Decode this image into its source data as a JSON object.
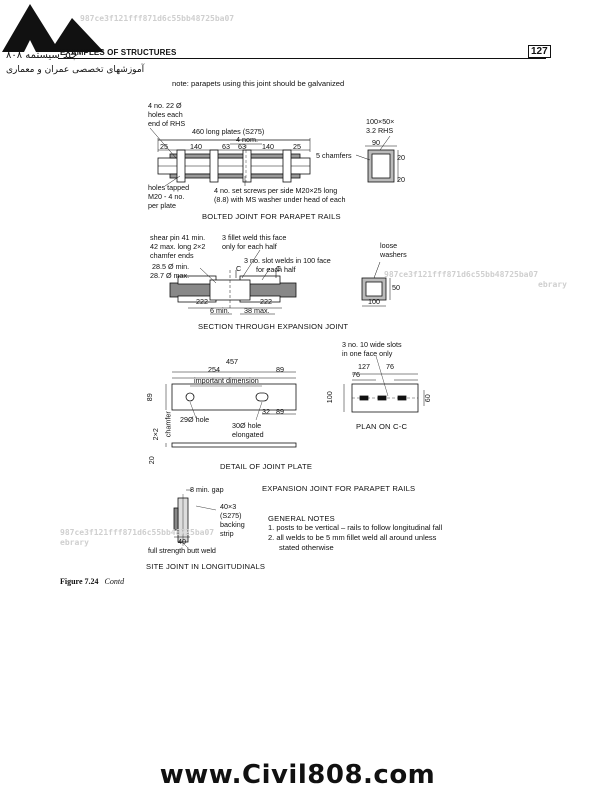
{
  "header": {
    "section": "EXAMPLES OF STRUCTURES",
    "page_number": "127",
    "logo_line1": "چند سیستمه ۸۰۸",
    "logo_line2": "آموزشهای تخصصی عمران و معماری",
    "watermark": "987ce3f121fff871d6c55bb48725ba07",
    "watermark_suffix": "ebrary",
    "watermark_prefix": "9"
  },
  "note": "note: parapets using this joint should be galvanized",
  "bolted": {
    "holes_label_1": "4 no. 22 Ø",
    "holes_label_2": "holes each",
    "holes_label_3": "end of RHS",
    "plates": "460 long plates (S275)",
    "dim_4nom": "4 nom.",
    "d1": "25",
    "d2": "140",
    "d3": "63",
    "d4": "63",
    "d5": "140",
    "d6": "25",
    "tapped_1": "holes tapped",
    "tapped_2": "M20 - 4 no.",
    "tapped_3": "per plate",
    "screws_1": "4 no. set screws per side M20×25 long",
    "screws_2": "(8.8) with MS washer under head of each",
    "rhs_1": "100×50×",
    "rhs_2": "3.2 RHS",
    "chamfers": "5 chamfers",
    "d90": "90",
    "d20a": "20",
    "d20b": "20",
    "title": "BOLTED JOINT FOR PARAPET RAILS"
  },
  "expansion": {
    "shear_1": "shear pin 41 min.",
    "shear_2": "42 max. long 2×2",
    "shear_3": "chamfer ends",
    "min_d": "28.5 Ø min.",
    "max_d": "28.7 Ø max.",
    "fillet_1": "3 fillet weld this face",
    "fillet_2": "only for each half",
    "slot_1": "3 no. slot welds in 100 face",
    "slot_2": "for each half",
    "c1": "C",
    "c2": "C",
    "d222a": "222",
    "d222b": "222",
    "dmin": "6 min.",
    "dmax": "38 max.",
    "loose_1": "loose",
    "loose_2": "washers",
    "d50": "50",
    "d100": "100",
    "title": "SECTION THROUGH EXPANSION JOINT"
  },
  "plate": {
    "d457": "457",
    "d254": "254",
    "d89a": "89",
    "important": "important dimension",
    "d89b": "89",
    "d32": "32",
    "d89c": "89",
    "hole29": "29Ø hole",
    "hole30_1": "30Ø hole",
    "hole30_2": "elongated",
    "chamfer_1": "2×2",
    "chamfer_2": "chamfer",
    "d20": "20",
    "title": "DETAIL OF JOINT PLATE"
  },
  "plancc": {
    "slots_1": "3 no. 10 wide slots",
    "slots_2": "in one face only",
    "d127": "127",
    "d76a": "76",
    "d76b": "76",
    "d100": "100",
    "d60": "60",
    "title": "PLAN ON C-C"
  },
  "site": {
    "gap": "8 min. gap",
    "bar_1": "40×3",
    "bar_2": "(S275)",
    "bar_3": "backing",
    "bar_4": "strip",
    "d40": "40",
    "weld": "full strength butt weld",
    "title": "SITE JOINT IN LONGITUDINALS"
  },
  "exp_title": "EXPANSION JOINT FOR PARAPET RAILS",
  "general": {
    "title": "GENERAL NOTES",
    "n1": "1.  posts to be vertical – rails to follow longitudinal fall",
    "n2a": "2.  all welds to be 5 mm fillet weld all around unless",
    "n2b": "stated otherwise"
  },
  "figure": {
    "label": "Figure 7.24",
    "contd": "Contd"
  },
  "footer": {
    "site": "www.Civil808.com"
  }
}
